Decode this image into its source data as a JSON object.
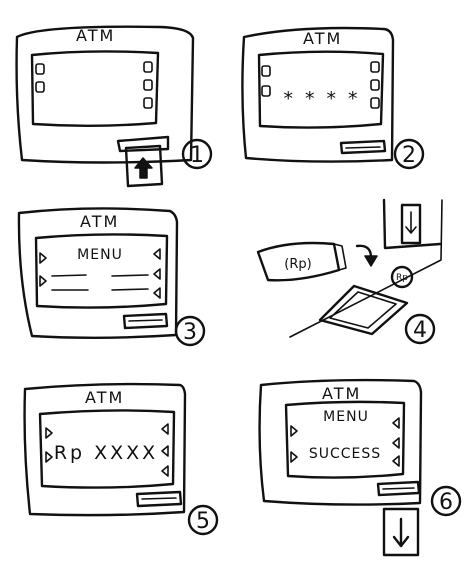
{
  "panels": [
    {
      "atm_label": "ATM",
      "step": "1"
    },
    {
      "atm_label": "ATM",
      "screen_text": "* * * *",
      "step": "2"
    },
    {
      "atm_label": "ATM",
      "screen_text": "MENU",
      "step": "3"
    },
    {
      "bill_label": "(Rp)",
      "coin_label": "Rp",
      "step": "4"
    },
    {
      "atm_label": "ATM",
      "screen_text": "Rp XXXX",
      "step": "5"
    },
    {
      "atm_label": "ATM",
      "screen_title": "MENU",
      "screen_text": "SUCCESS",
      "step": "6"
    }
  ]
}
